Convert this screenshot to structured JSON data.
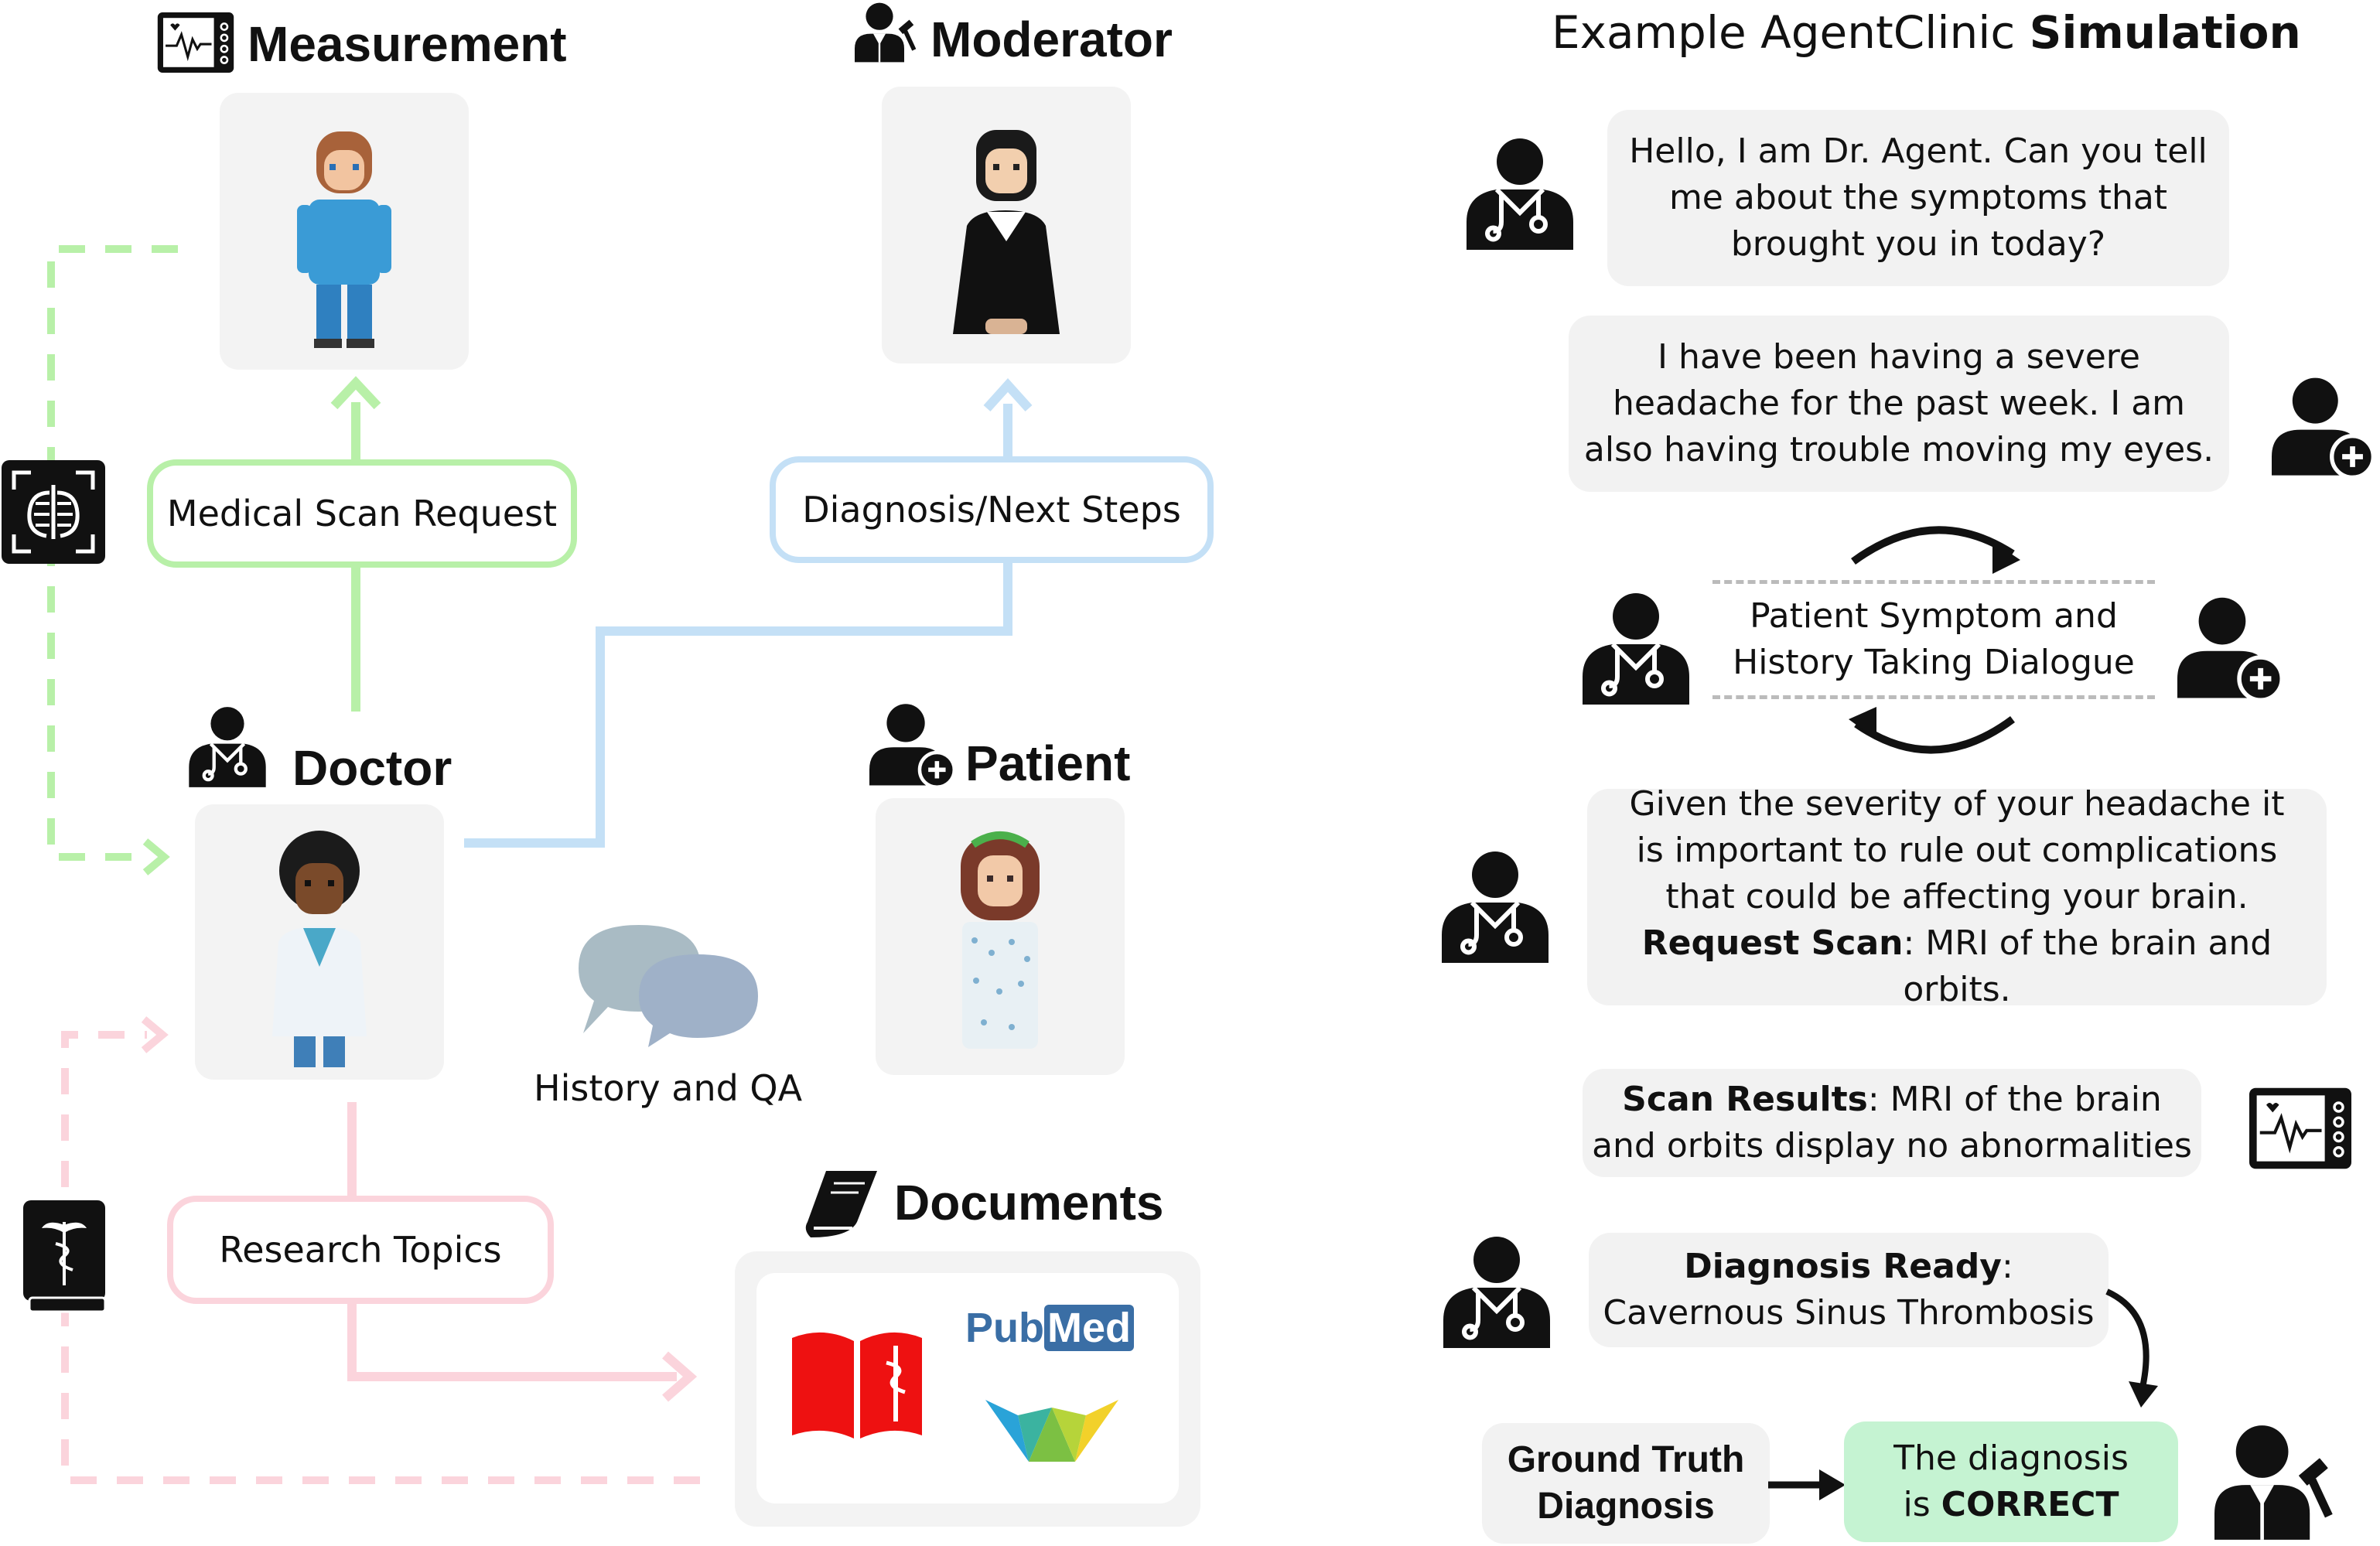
{
  "left": {
    "roles": {
      "measurement": "Measurement",
      "moderator": "Moderator",
      "doctor": "Doctor",
      "patient": "Patient",
      "documents": "Documents"
    },
    "edges": {
      "scan_request": "Medical Scan Request",
      "diagnosis_next": "Diagnosis/Next Steps",
      "history_qa": "History and QA",
      "research_topics": "Research Topics"
    },
    "logos": {
      "pubmed_pub": "Pub",
      "pubmed_med": "Med"
    }
  },
  "right": {
    "title_plain": "Example AgentClinic ",
    "title_bold": "Simulation",
    "doctor_greeting": [
      "Hello, I am Dr. Agent. Can you tell",
      "me about the symptoms that",
      "brought you in today?"
    ],
    "patient_reply": [
      "I have been having a severe",
      "headache for the past week. I am",
      "also having trouble moving my eyes."
    ],
    "dialogue_loop": [
      "Patient Symptom and",
      "History Taking Dialogue"
    ],
    "doctor_request": [
      "Given the severity of your headache it",
      "is important to rule out complications",
      "that could be affecting your brain."
    ],
    "request_scan_label": "Request Scan",
    "request_scan_text": ": MRI of the brain and orbits.",
    "scan_results_label": "Scan Results",
    "scan_results_text_1": ": MRI of the brain",
    "scan_results_text_2": "and orbits display no abnormalities",
    "diagnosis_ready_label": "Diagnosis Ready",
    "diagnosis_ready_colon": ":",
    "diagnosis_value": "Cavernous Sinus Thrombosis",
    "ground_truth_1": "Ground Truth",
    "ground_truth_2": "Diagnosis",
    "verdict_1": "The diagnosis",
    "verdict_2_plain": "is ",
    "verdict_2_bold": "CORRECT"
  },
  "colors": {
    "green_edge": "#b8f0a8",
    "blue_edge": "#c4e0f6",
    "pink_edge": "#fbd4dc",
    "verdict_bg": "#c5f3d2",
    "card_bg": "#f3f3f3"
  },
  "icons": [
    "monitor-icon",
    "judge-icon",
    "xray-icon",
    "doctor-icon",
    "patient-icon",
    "book-icon",
    "medical-book-icon",
    "chat-bubbles-icon",
    "red-medical-book-logo",
    "pubmed-logo",
    "wiki-crown-logo"
  ]
}
